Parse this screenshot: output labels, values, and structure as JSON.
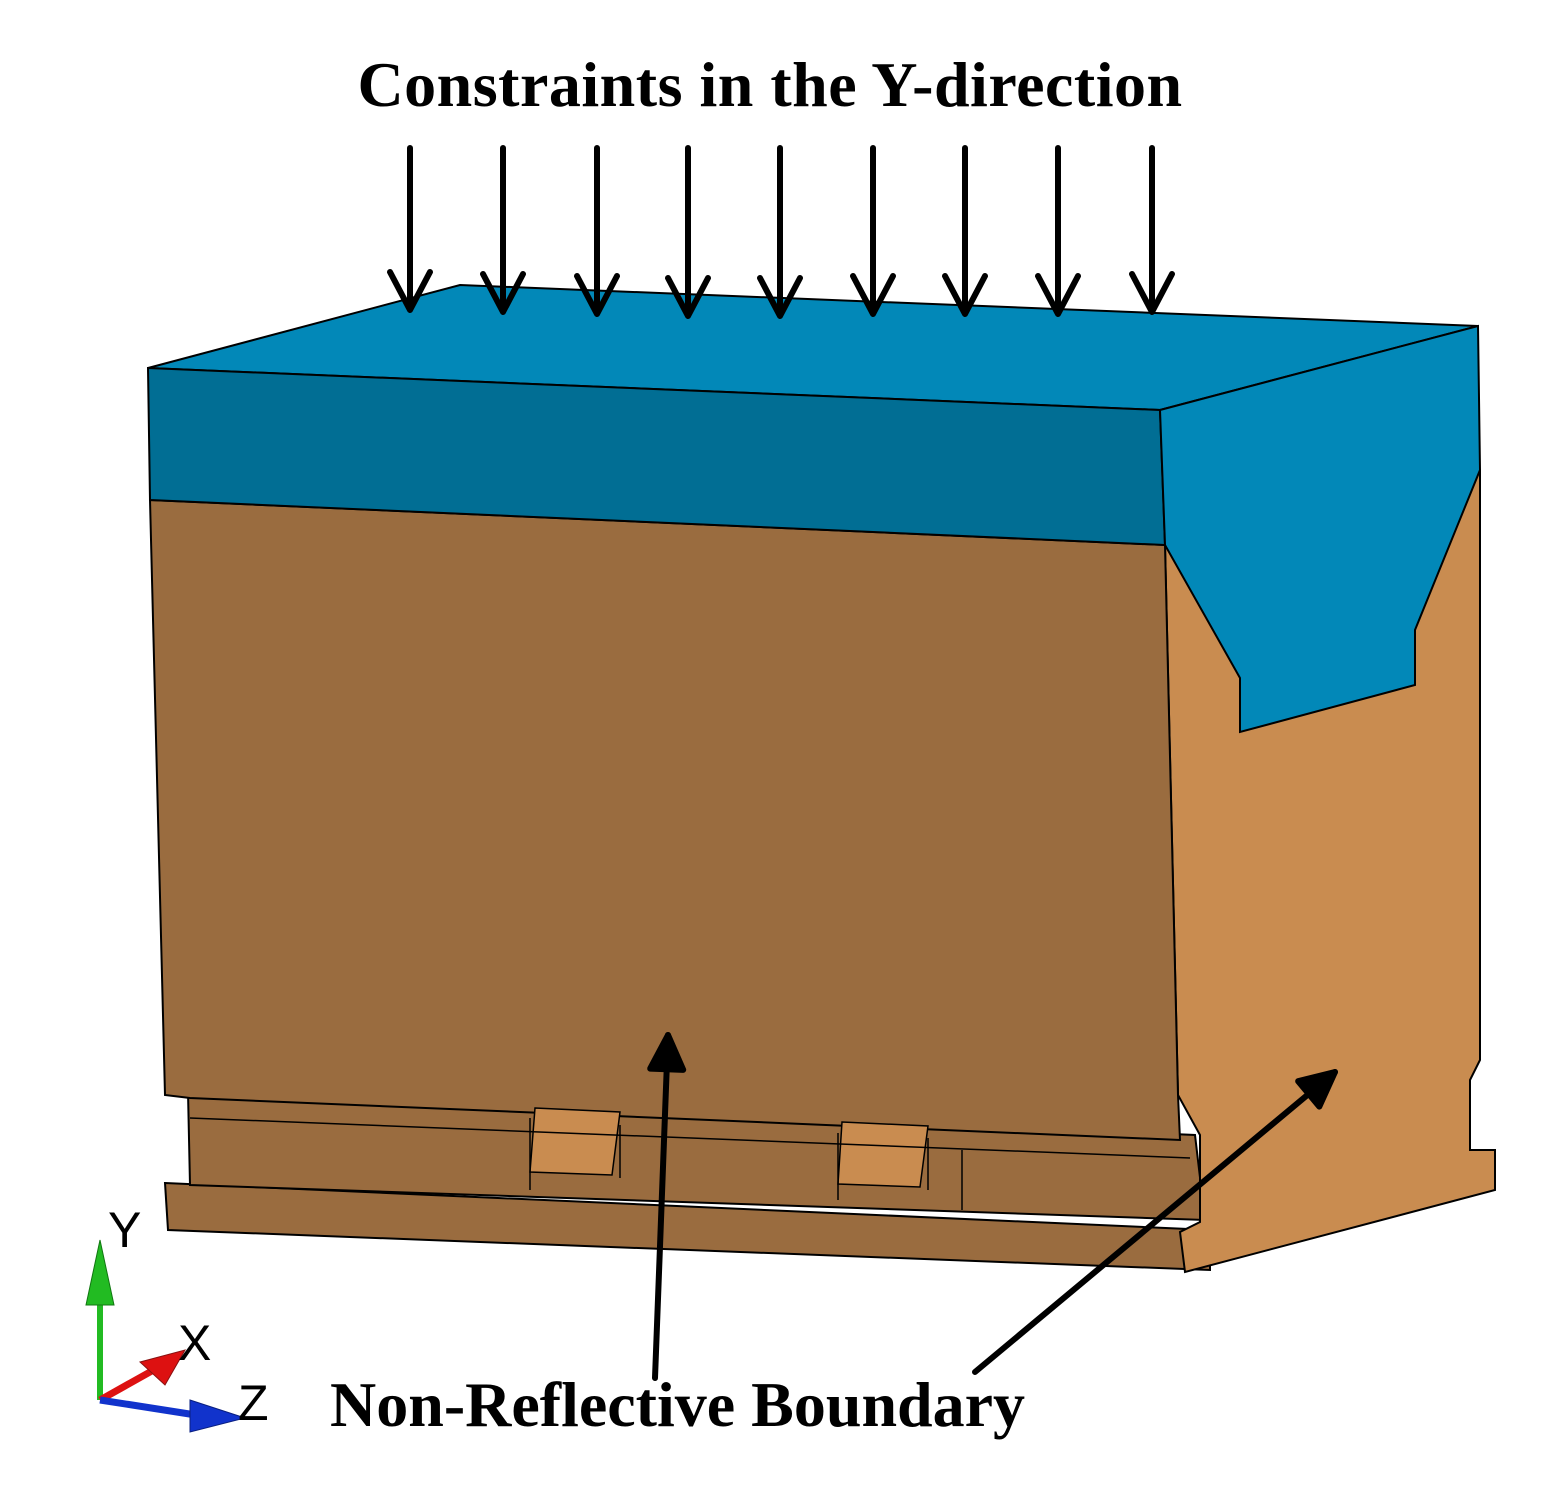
{
  "labels": {
    "constraint": "Constraints in the Y-direction",
    "boundary": "Non-Reflective Boundary"
  },
  "triad": {
    "y": "Y",
    "x": "X",
    "z": "Z"
  },
  "colors": {
    "top_layer_top": "#0288b8",
    "top_layer_front": "#016e94",
    "soil_front": "#9a6c3f",
    "soil_side": "#c98c50",
    "outline": "#000000",
    "axis_y": "#22bb22",
    "axis_x": "#dd1111",
    "axis_z": "#1133cc"
  }
}
